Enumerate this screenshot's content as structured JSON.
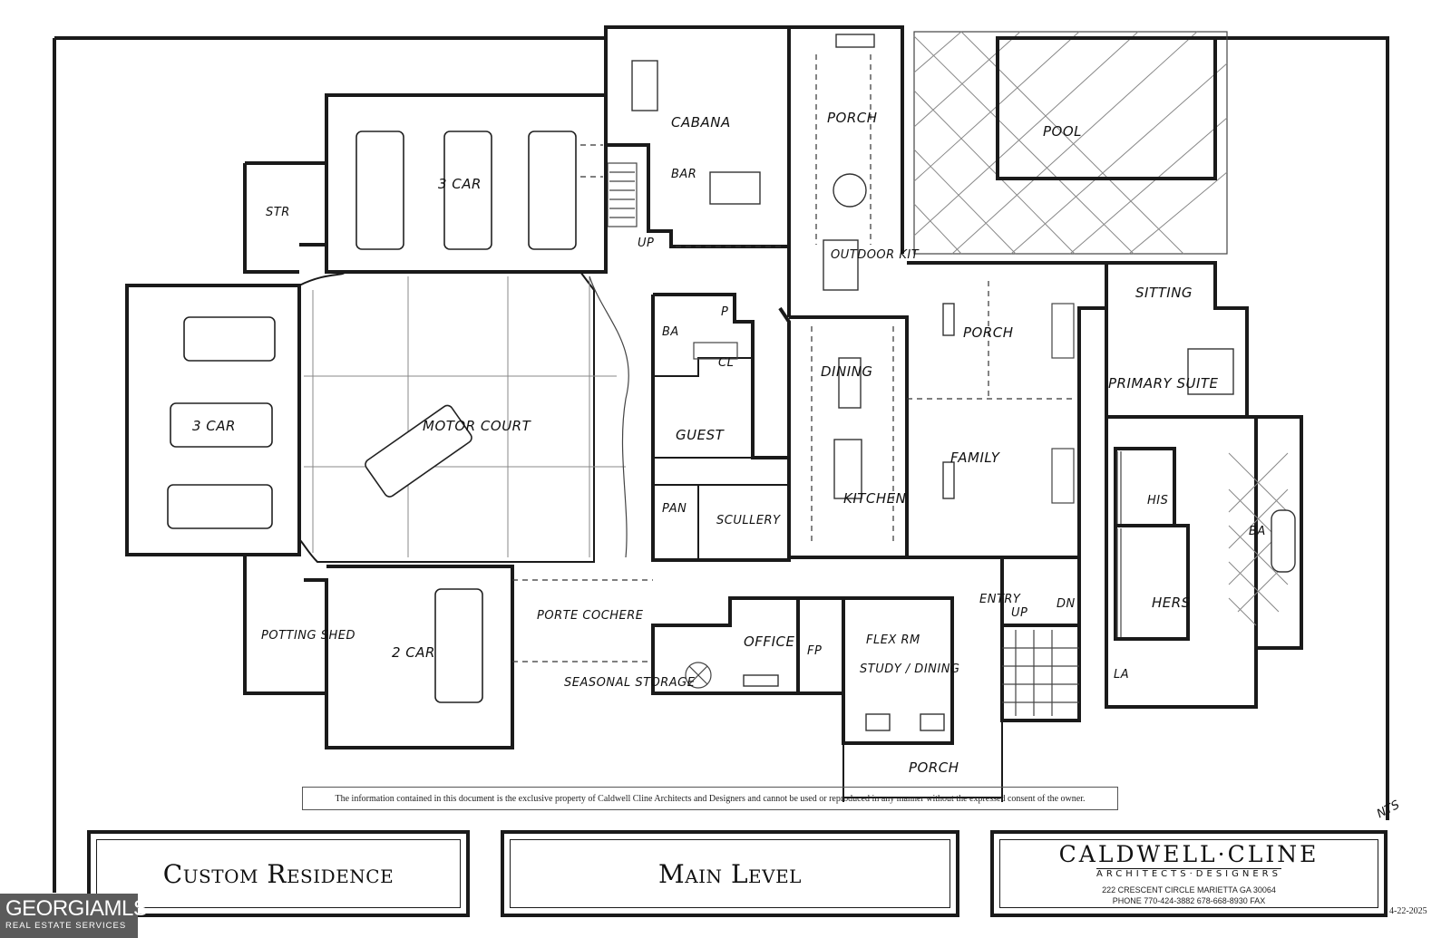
{
  "plan": {
    "rooms": {
      "cabana": "CABANA",
      "porch_upper": "PORCH",
      "pool": "POOL",
      "three_car_top": "3 CAR",
      "bar": "BAR",
      "up_stair": "UP",
      "str": "STR",
      "outdoor_kit": "OUTDOOR KIT",
      "sitting": "SITTING",
      "three_car_left": "3 CAR",
      "motor_court": "MOTOR COURT",
      "ba_small": "BA",
      "cl": "CL",
      "p": "P",
      "dining": "DINING",
      "porch_mid": "PORCH",
      "primary_suite": "PRIMARY SUITE",
      "guest": "GUEST",
      "family": "FAMILY",
      "his": "HIS",
      "pan": "PAN",
      "scullery": "SCULLERY",
      "kitchen": "KITCHEN",
      "ba_primary": "BA",
      "hers": "HERS",
      "potting_shed": "POTTING SHED",
      "two_car": "2 CAR",
      "porte_cochere": "PORTE COCHERE",
      "office": "OFFICE",
      "flex_rm": "FLEX RM",
      "study_dining": "STUDY / DINING",
      "entry": "ENTRY",
      "up_entry": "UP",
      "dn": "DN",
      "la": "LA",
      "seasonal_storage": "SEASONAL STORAGE",
      "porch_front": "PORCH",
      "fp": "FP"
    }
  },
  "notice": "The information contained in this document is the exclusive property of Caldwell Cline Architects and Designers and cannot be used or reproduced in any manner without the expressed consent of the owner.",
  "title_block": {
    "project": "Custom Residence",
    "sheet": "Main Level",
    "firm_name": "CALDWELL·CLINE",
    "firm_sub": "ARCHITECTS·DESIGNERS",
    "address": "222 CRESCENT CIRCLE MARIETTA GA 30064",
    "phone": "PHONE 770-424-3882     678-668-8930 FAX"
  },
  "scale_note": "NTS",
  "date": "4-22-2025",
  "watermark": {
    "name": "GEORGIAMLS",
    "sub": "REAL ESTATE SERVICES"
  }
}
